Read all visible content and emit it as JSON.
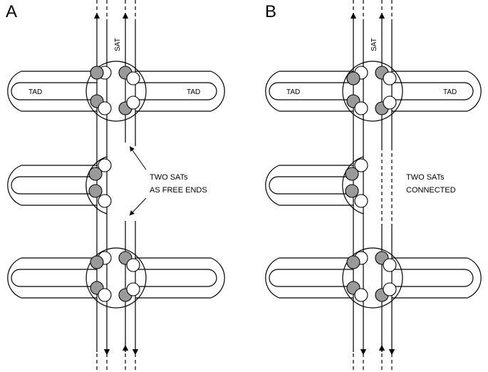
{
  "panels": {
    "a": {
      "letter": "A",
      "sat_label": "SAT",
      "tad_left": "TAD",
      "tad_right": "TAD",
      "note_line1": "TWO SATs",
      "note_line2": "AS FREE ENDS"
    },
    "b": {
      "letter": "B",
      "sat_label": "SAT",
      "tad_left": "TAD",
      "tad_right": "TAD",
      "note_line1": "TWO SATs",
      "note_line2": "CONNECTED"
    }
  }
}
